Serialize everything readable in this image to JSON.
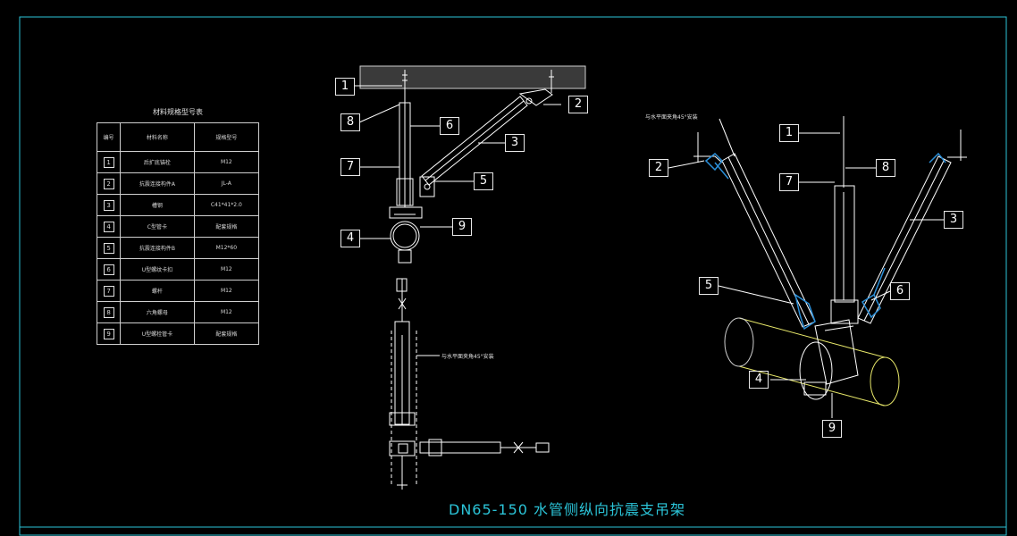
{
  "drawing": {
    "caption": "DN65-150 水管侧纵向抗震支吊架",
    "colors": {
      "background": "#000000",
      "frame": "#2bc4d8",
      "line": "#ffffff",
      "bracket": "#2b8fd8",
      "pipe_outline": "#e8e86a"
    }
  },
  "material_table": {
    "title": "材料规格型号表",
    "headers": [
      "编号",
      "材料名称",
      "规格型号"
    ],
    "rows": [
      {
        "num": "1",
        "name": "后扩底锚栓",
        "spec": "M12"
      },
      {
        "num": "2",
        "name": "抗震连接构件A",
        "spec": "JL-A"
      },
      {
        "num": "3",
        "name": "槽钢",
        "spec": "C41*41*2.0"
      },
      {
        "num": "4",
        "name": "C型管卡",
        "spec": "配套规格"
      },
      {
        "num": "5",
        "name": "抗震连接构件B",
        "spec": "M12*60"
      },
      {
        "num": "6",
        "name": "U型螺纹卡扣",
        "spec": "M12"
      },
      {
        "num": "7",
        "name": "螺杆",
        "spec": "M12"
      },
      {
        "num": "8",
        "name": "六角螺母",
        "spec": "M12"
      },
      {
        "num": "9",
        "name": "U型螺栓管卡",
        "spec": "配套规格"
      }
    ]
  },
  "notes": {
    "side_view": "与水平面夹角45°安装",
    "iso_view": "与水平面夹角45°安装"
  },
  "callouts": {
    "front": [
      "1",
      "2",
      "3",
      "4",
      "5",
      "6",
      "7",
      "8",
      "9"
    ],
    "iso": [
      "1",
      "2",
      "3",
      "4",
      "5",
      "6",
      "7",
      "8",
      "9"
    ]
  }
}
